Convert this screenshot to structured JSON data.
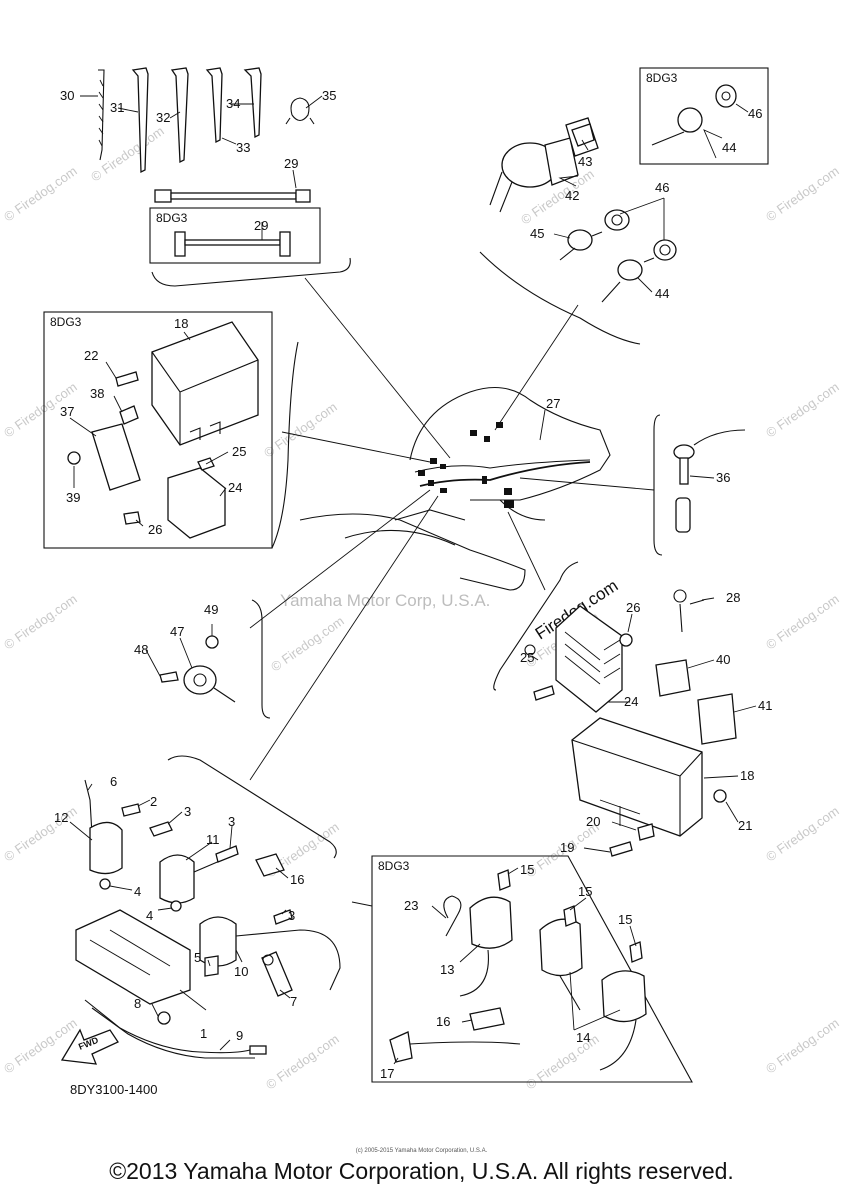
{
  "diagram": {
    "drawing_code": "8DY3100-1400",
    "center_watermark": "Yamaha Motor Corp, U.S.A.",
    "watermark": "© Firedog.com",
    "stamp": "Firedog.com",
    "fwd_label": "FWD",
    "model_tags": [
      "8DG3",
      "8DG3",
      "8DG3",
      "8DG3"
    ],
    "part_numbers": {
      "p1": "1",
      "p2": "2",
      "p3a": "3",
      "p3b": "3",
      "p3c": "3",
      "p4a": "4",
      "p4b": "4",
      "p5": "5",
      "p6": "6",
      "p7": "7",
      "p8": "8",
      "p9": "9",
      "p10": "10",
      "p11": "11",
      "p12": "12",
      "p13": "13",
      "p14": "14",
      "p15a": "15",
      "p15b": "15",
      "p15c": "15",
      "p16a": "16",
      "p16b": "16",
      "p17": "17",
      "p18a": "18",
      "p18b": "18",
      "p19": "19",
      "p20": "20",
      "p21": "21",
      "p22": "22",
      "p23": "23",
      "p24a": "24",
      "p24b": "24",
      "p25a": "25",
      "p25b": "25",
      "p26a": "26",
      "p26b": "26",
      "p27": "27",
      "p28": "28",
      "p29a": "29",
      "p29b": "29",
      "p30": "30",
      "p31": "31",
      "p32": "32",
      "p33": "33",
      "p34": "34",
      "p35": "35",
      "p36": "36",
      "p37": "37",
      "p38": "38",
      "p39": "39",
      "p40": "40",
      "p41": "41",
      "p42": "42",
      "p43": "43",
      "p44a": "44",
      "p44b": "44",
      "p45": "45",
      "p46a": "46",
      "p46b": "46",
      "p47": "47",
      "p48": "48",
      "p49": "49"
    }
  },
  "footer": {
    "copyright": "©2013 Yamaha Motor Corporation, U.S.A. All rights reserved.",
    "tiny_credit": "(c) 2005-2015 Yamaha Motor Corporation, U.S.A."
  }
}
